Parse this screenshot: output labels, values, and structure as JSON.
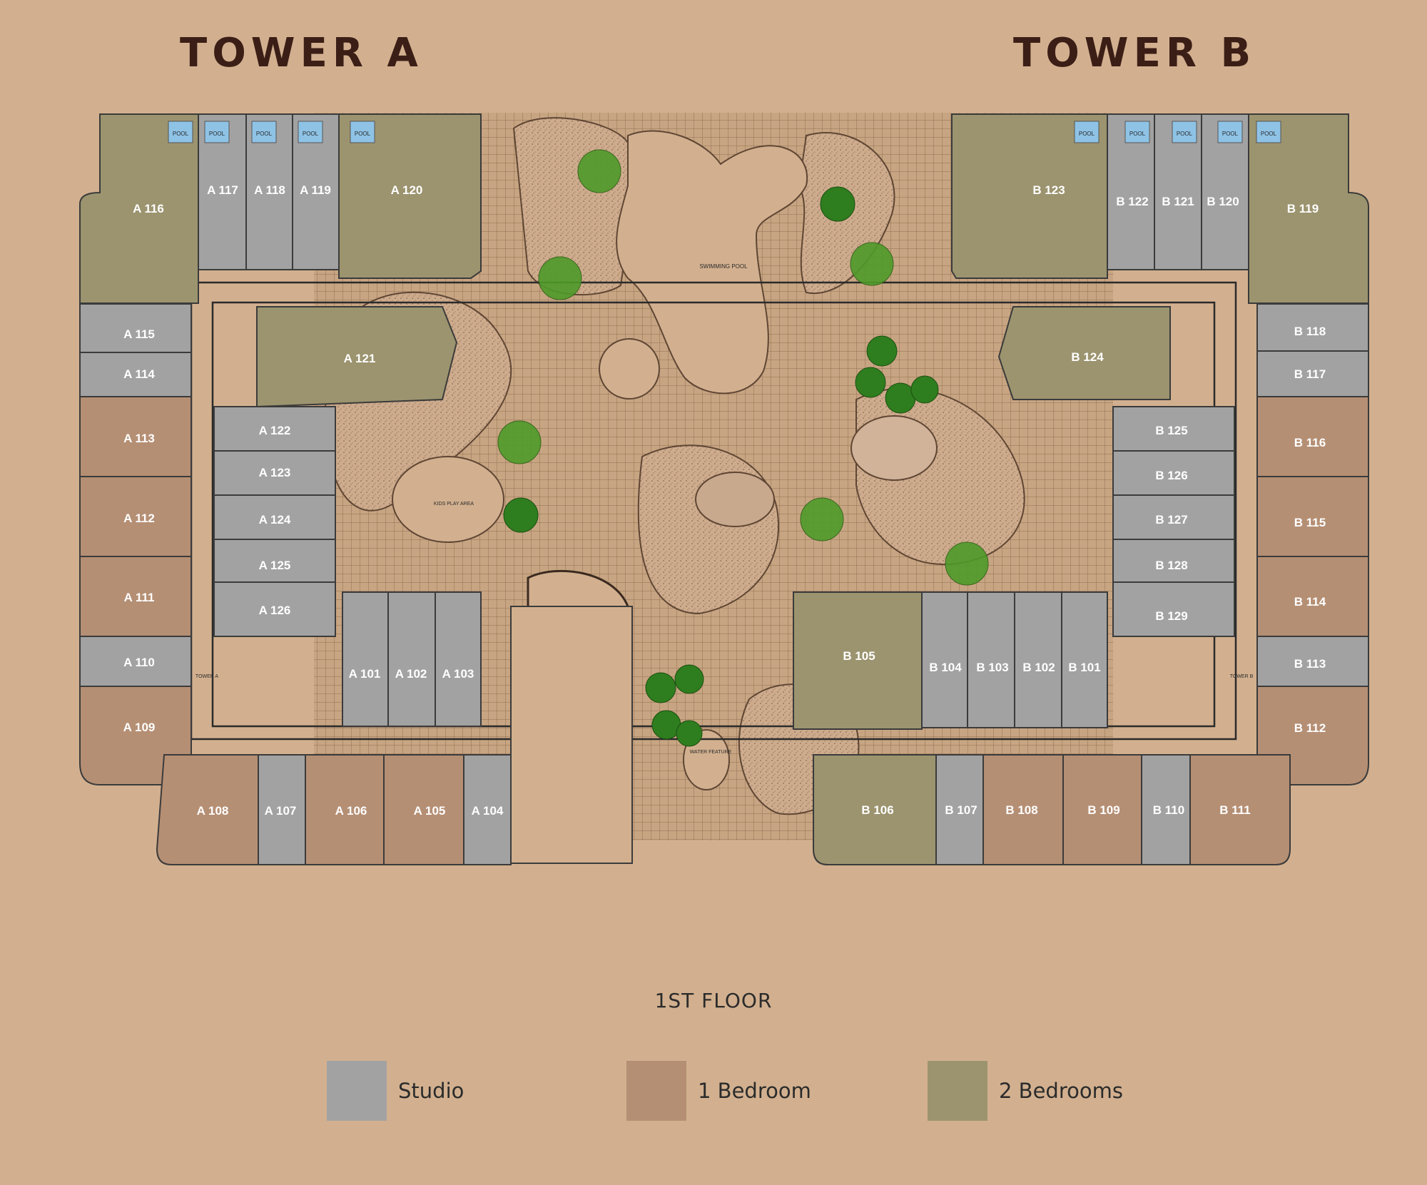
{
  "header": {
    "tower_a": "TOWER A",
    "tower_b": "TOWER B"
  },
  "floor_label": "1ST FLOOR",
  "legend": [
    {
      "key": "studio",
      "label": "Studio",
      "color": "#a3a2a2"
    },
    {
      "key": "one_bed",
      "label": "1 Bedroom",
      "color": "#b58f74"
    },
    {
      "key": "two_bed",
      "label": "2 Bedrooms",
      "color": "#9c946f"
    }
  ],
  "plan_labels": {
    "pool_tag": "POOL",
    "swimming_pool": "SWIMMING POOL",
    "kids_play_area": "KIDS PLAY AREA",
    "water_feature": "WATER FEATURE",
    "tower_a_core": "TOWER A",
    "tower_b_core": "TOWER B"
  },
  "units": [
    "A 101",
    "A 102",
    "A 103",
    "A 104",
    "A 105",
    "A 106",
    "A 107",
    "A 108",
    "A 109",
    "A 110",
    "A 111",
    "A 112",
    "A 113",
    "A 114",
    "A 115",
    "A 116",
    "A 117",
    "A 118",
    "A 119",
    "A 120",
    "A 121",
    "A 122",
    "A 123",
    "A 124",
    "A 125",
    "A 126",
    "B 101",
    "B 102",
    "B 103",
    "B 104",
    "B 105",
    "B 106",
    "B 107",
    "B 108",
    "B 109",
    "B 110",
    "B 111",
    "B 112",
    "B 113",
    "B 114",
    "B 115",
    "B 116",
    "B 117",
    "B 118",
    "B 119",
    "B 120",
    "B 121",
    "B 122",
    "B 123",
    "B 124",
    "B 125",
    "B 126",
    "B 127",
    "B 128",
    "B 129"
  ]
}
